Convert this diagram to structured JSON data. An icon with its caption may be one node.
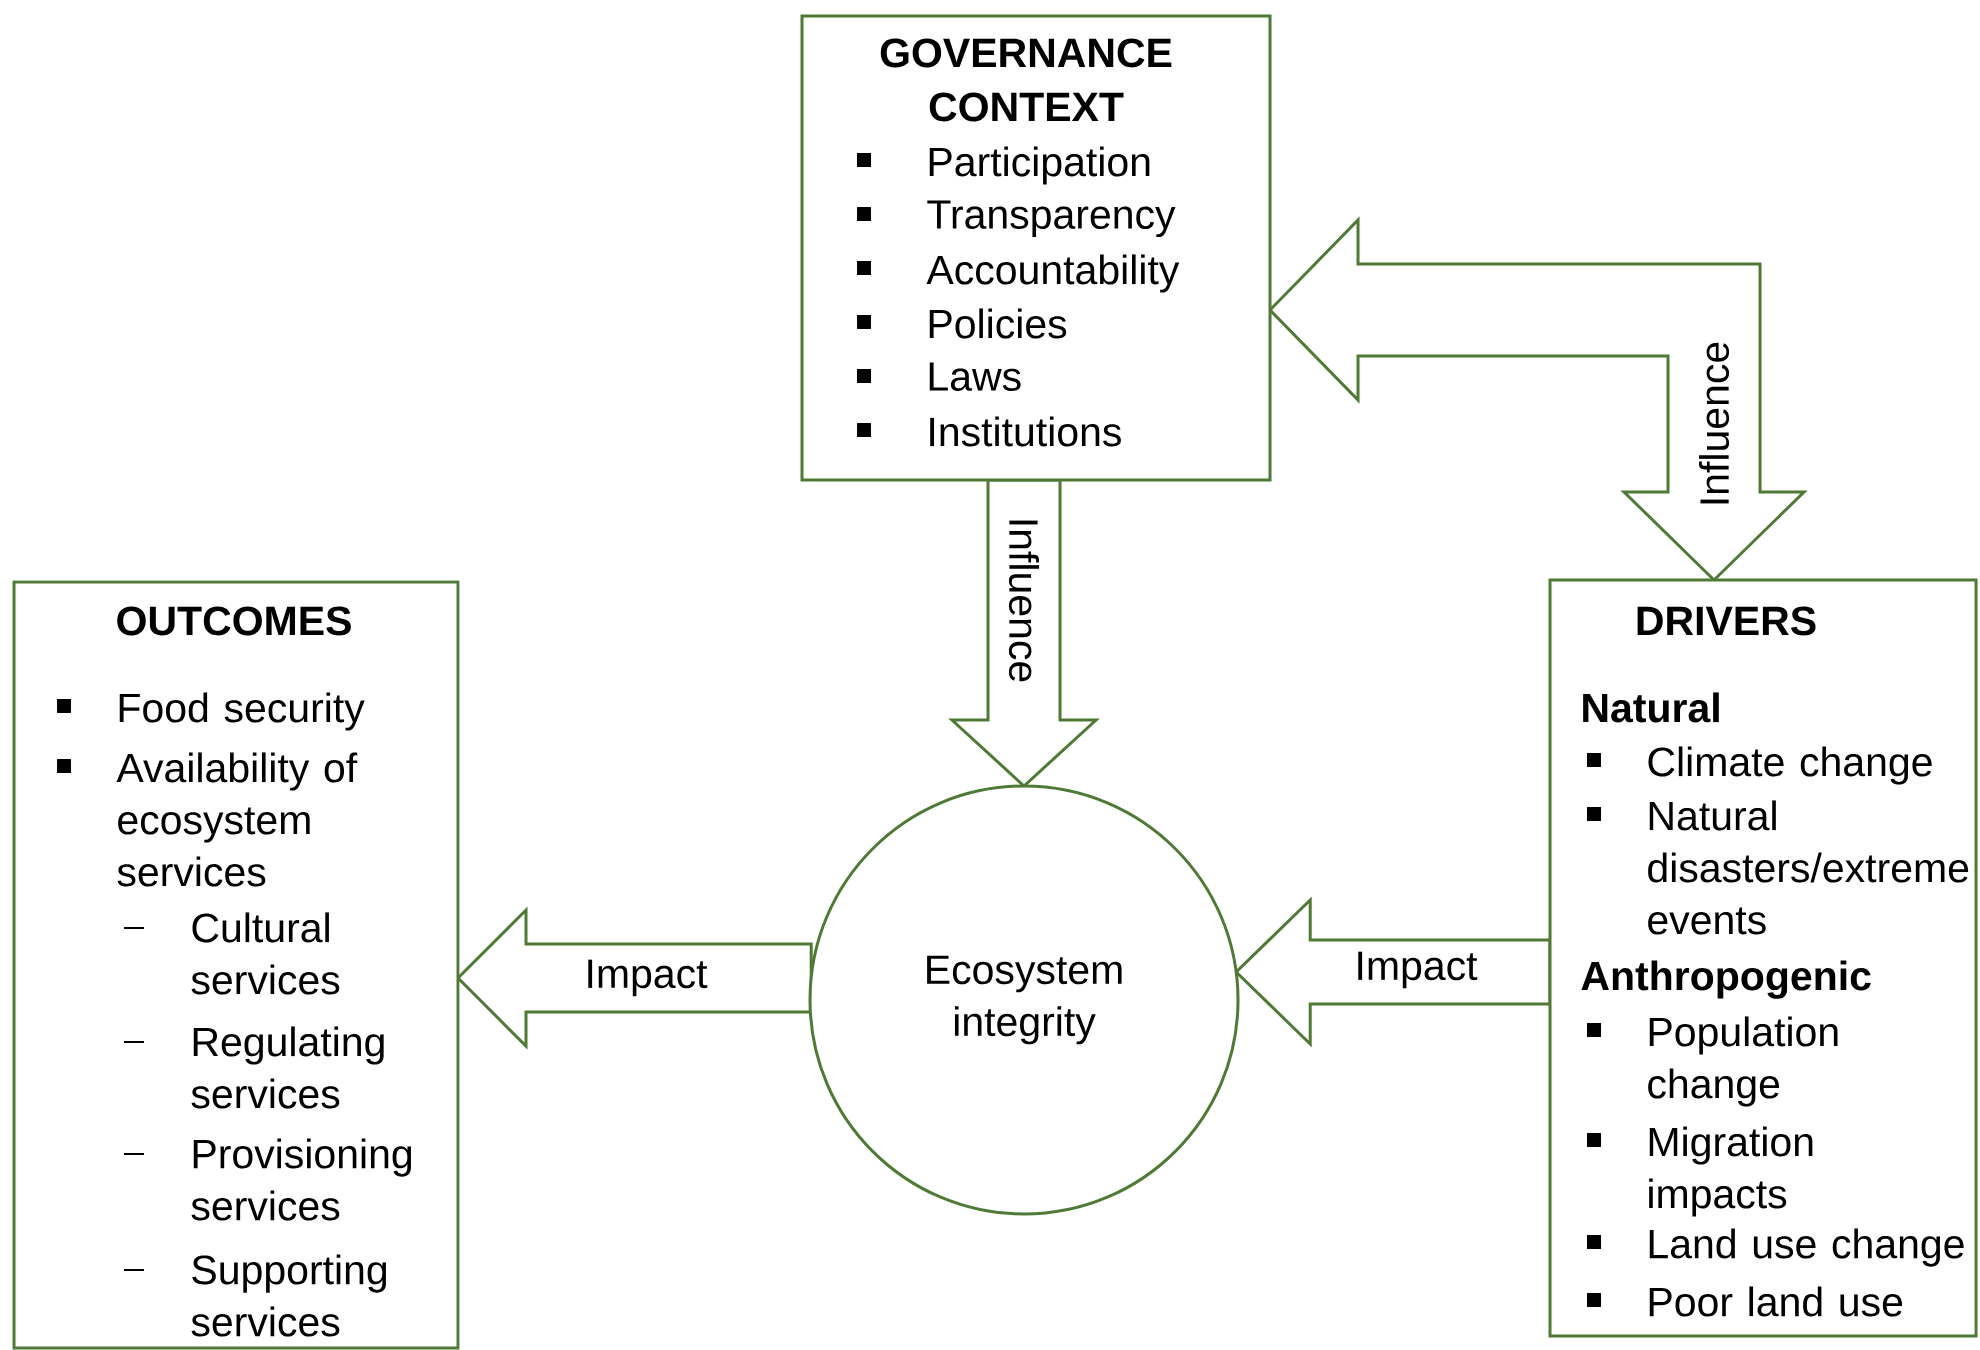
{
  "diagram": {
    "nodes": [
      {
        "text": [
          "GOVERNANCE CONTEXT",
          "Participation",
          "Transparency",
          "Accountability",
          "Policies",
          "Laws",
          "Institutions"
        ]
      },
      {
        "text": [
          "OUTCOMES",
          "Food security",
          "Availability of ecosystem services",
          "Cultural services",
          "Regulating services",
          "Provisioning services",
          "Supporting services"
        ]
      },
      {
        "text": [
          "Ecosystem integrity"
        ]
      },
      {
        "text": [
          "DRIVERS",
          "Natural",
          "Climate change",
          "Natural disasters/extreme events",
          "Anthropogenic",
          "Population change",
          "Migration impacts",
          "Land use change",
          "Poor land use"
        ]
      }
    ],
    "edges": [
      {
        "from": 0,
        "to": 2,
        "arrow": "to",
        "label": "Influence"
      },
      {
        "from": 2,
        "to": 1,
        "arrow": "to",
        "label": "Impact"
      },
      {
        "from": 3,
        "to": 2,
        "arrow": "to",
        "label": "Impact"
      },
      {
        "from": 0,
        "to": 3,
        "arrow": "both",
        "label": "Influence"
      }
    ]
  }
}
